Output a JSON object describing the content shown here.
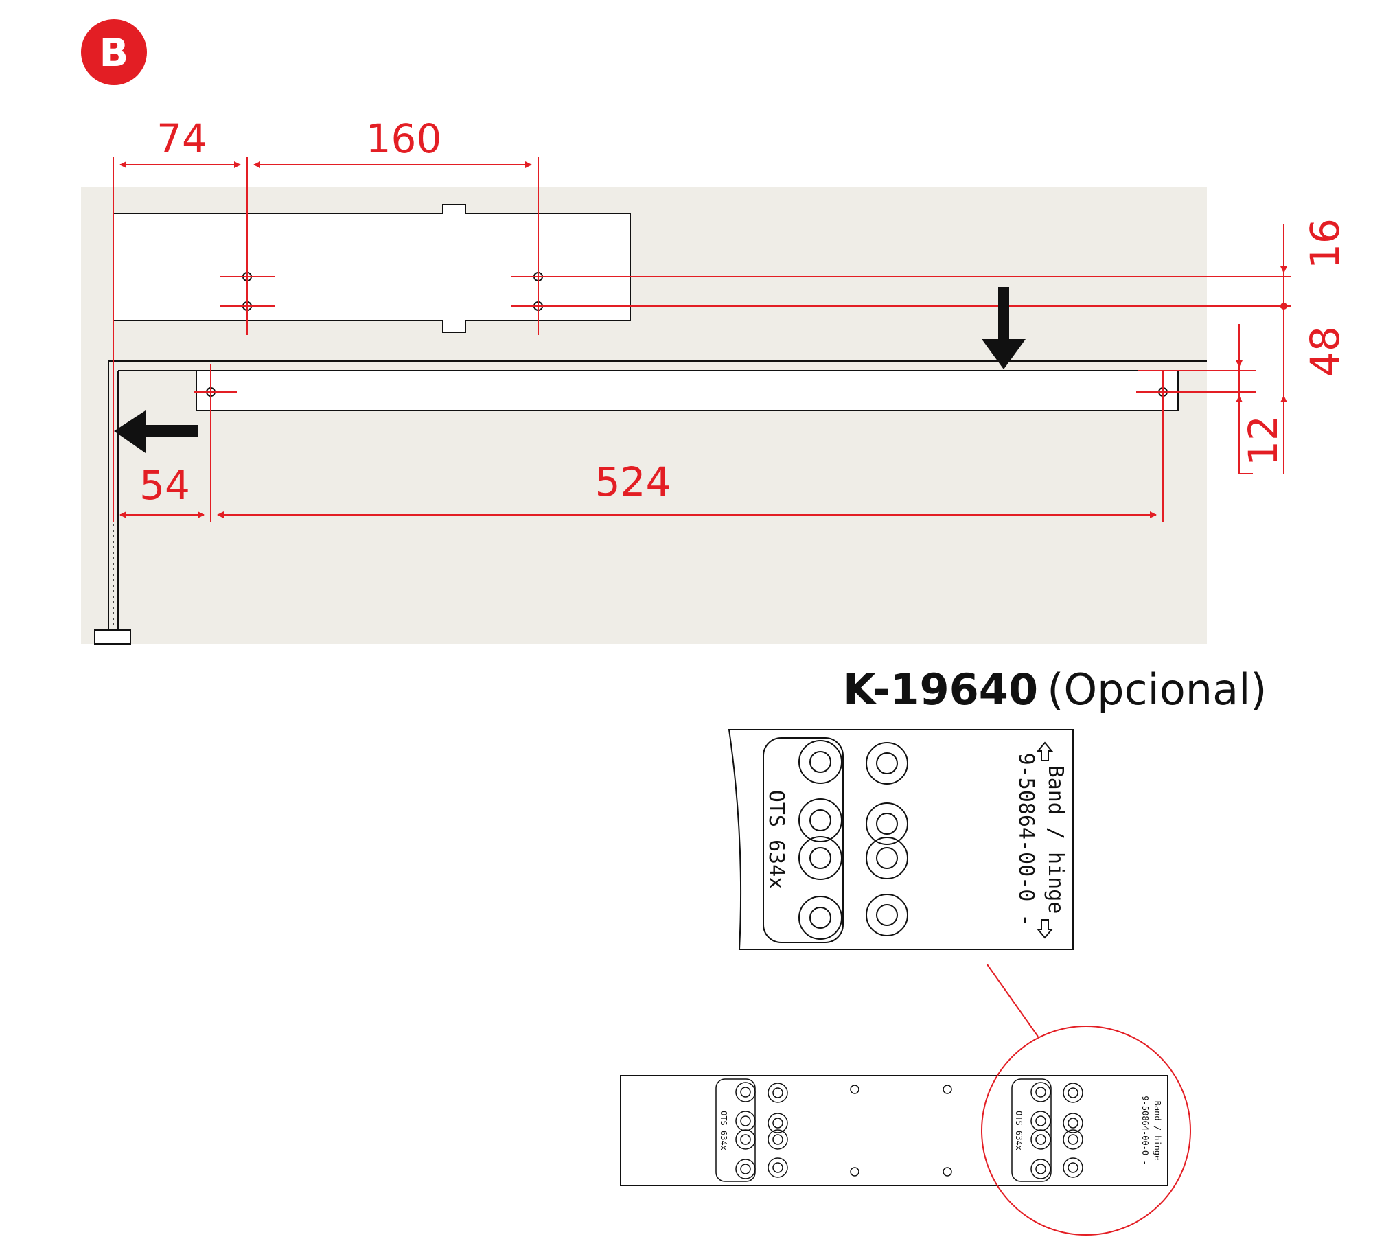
{
  "badge": {
    "label": "B"
  },
  "dimensions": {
    "d74": "74",
    "d160": "160",
    "d16": "16",
    "d48": "48",
    "d12": "12",
    "d54": "54",
    "d524": "524"
  },
  "accessory": {
    "code": "K-19640",
    "note": "(Opcional)"
  },
  "plate": {
    "model_label": "OTS 634x",
    "direction_label": "Band / hinge",
    "part_number": "9-50864-00-0 -"
  },
  "colors": {
    "accent": "#e31e24",
    "background_panel": "#efede7",
    "line": "#111111"
  }
}
